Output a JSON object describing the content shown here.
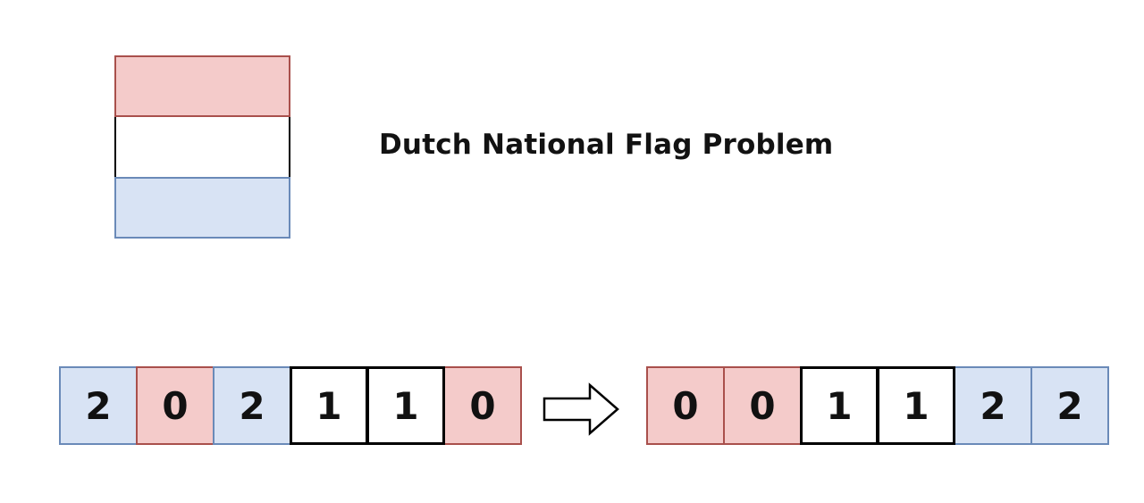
{
  "title": {
    "text": "Dutch National Flag Problem"
  },
  "colors": {
    "red_fill": "#f4cbca",
    "red_border": "#a9504c",
    "blue_fill": "#d8e3f4",
    "blue_border": "#6a8ab8",
    "white_fill": "#ffffff",
    "black_border": "#000000"
  },
  "flag": {
    "stripes": [
      {
        "color": "red"
      },
      {
        "color": "white"
      },
      {
        "color": "blue"
      }
    ]
  },
  "before_array": {
    "cells": [
      {
        "value": "2",
        "color": "blue"
      },
      {
        "value": "0",
        "color": "red"
      },
      {
        "value": "2",
        "color": "blue"
      },
      {
        "value": "1",
        "color": "white"
      },
      {
        "value": "1",
        "color": "white"
      },
      {
        "value": "0",
        "color": "red"
      }
    ]
  },
  "after_array": {
    "cells": [
      {
        "value": "0",
        "color": "red"
      },
      {
        "value": "0",
        "color": "red"
      },
      {
        "value": "1",
        "color": "white"
      },
      {
        "value": "1",
        "color": "white"
      },
      {
        "value": "2",
        "color": "blue"
      },
      {
        "value": "2",
        "color": "blue"
      }
    ]
  },
  "arrow": {
    "name": "right-block-arrow"
  }
}
